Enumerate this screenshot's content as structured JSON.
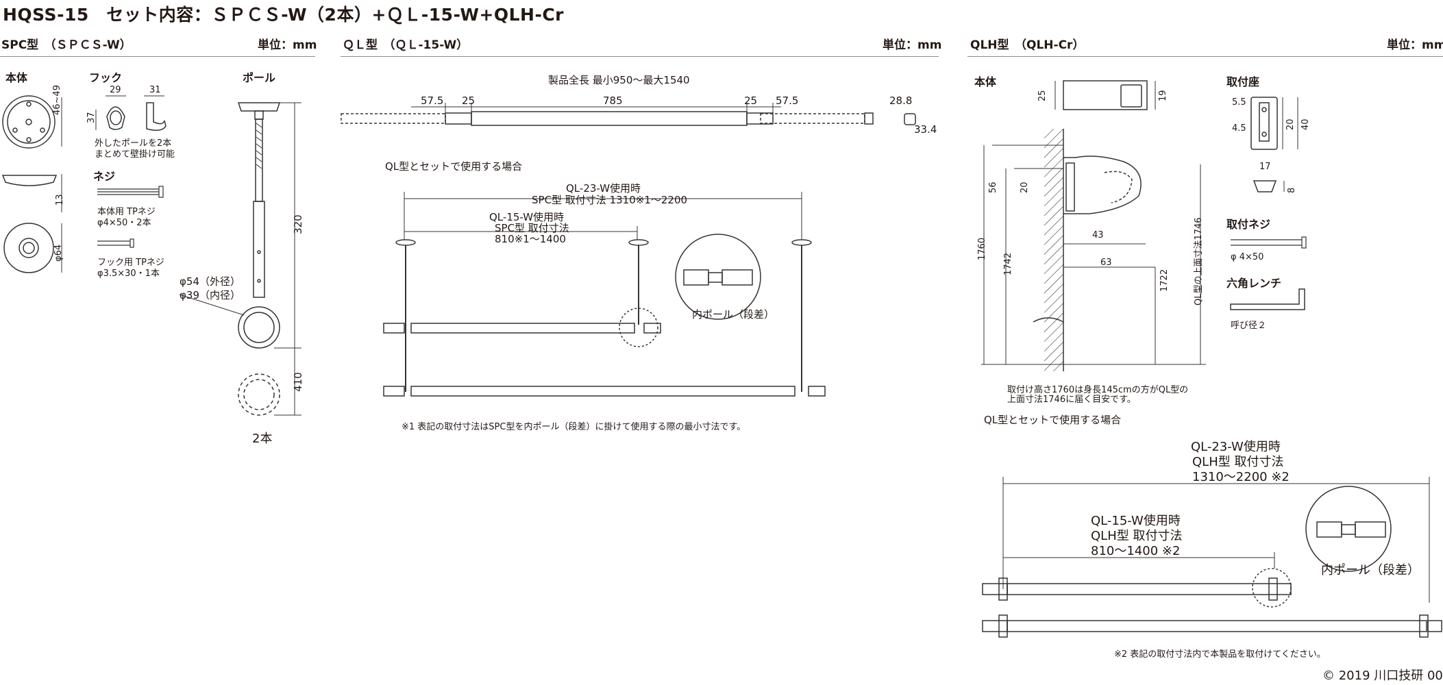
{
  "title": "HQSS-15　セット内容：ＳＰＣＳ-W（2本）+ＱＬ-15-W+QLH-Cr",
  "spc": {
    "heading": "SPC型　（ＳＰＣＳ-W）",
    "unit": "単位：mm",
    "body_label": "本体",
    "hook_label": "フック",
    "pole_label": "ポール",
    "screw_label": "ネジ",
    "dim_46_49": "46~49",
    "dim_13": "13",
    "dim_64": "φ64",
    "dim_29": "29",
    "dim_31": "31",
    "dim_37": "37",
    "hook_note_1": "外したポールを2本",
    "hook_note_2": "まとめて壁掛け可能",
    "screw1_name": "本体用 TPネジ",
    "screw1_size": "φ4×50・2本",
    "screw2_name": "フック用 TPネジ",
    "screw2_size": "φ3.5×30・1本",
    "dim_320": "320",
    "dim_410": "410",
    "dim_outer": "φ54（外径）",
    "dim_inner": "φ39（内径）",
    "qty": "2本"
  },
  "ql": {
    "heading": "ＱＬ型　（ＱＬ-15-W）",
    "unit": "単位：mm",
    "total_length": "製品全長 最小950～最大1540",
    "d1": "57.5",
    "d2": "25",
    "d3": "785",
    "d4": "25",
    "d5": "57.5",
    "d6": "28.8",
    "d7": "33.4",
    "set_title": "QL型とセットで使用する場合",
    "ql23_1": "QL-23-W使用時",
    "ql23_2": "SPC型 取付寸法 1310※1～2200",
    "ql15_1": "QL-15-W使用時",
    "ql15_2": "SPC型 取付寸法",
    "ql15_3": "810※1～1400",
    "inner_pole": "内ポール（段差）",
    "footnote": "※1 表記の取付寸法はSPC型を内ポール（段差）に掛けて使用する際の最小寸法です。"
  },
  "qlh": {
    "heading": "QLH型　（QLH-Cr）",
    "unit": "単位：mm",
    "body_label": "本体",
    "mount_label": "取付座",
    "screw_label": "取付ネジ",
    "screw_size": "φ 4×50",
    "wrench_label": "六角レンチ",
    "wrench_size": "呼び径２",
    "d25": "25",
    "d19": "19",
    "d55": "5.5",
    "d45": "4.5",
    "d20": "20",
    "d40": "40",
    "d17": "17",
    "d8": "8",
    "d56": "56",
    "d20b": "20",
    "d43": "43",
    "d63": "63",
    "d1760": "1760",
    "d1742": "1742",
    "d1722": "1722",
    "d1746": "QL型の上面寸法1746",
    "note1": "取付け高さ1760は身長145cmの方がQL型の",
    "note2": "上面寸法1746に届く目安です。",
    "set_title": "QL型とセットで使用する場合",
    "ql23_1": "QL-23-W使用時",
    "ql23_2": "QLH型 取付寸法",
    "ql23_3": "1310～2200 ※2",
    "ql15_1": "QL-15-W使用時",
    "ql15_2": "QLH型 取付寸法",
    "ql15_3": "810～1400 ※2",
    "inner_pole": "内ポール（段差）",
    "footnote": "※2 表記の取付寸法内で本製品を取付けてください。"
  },
  "copyright": "© 2019 川口技研 00"
}
